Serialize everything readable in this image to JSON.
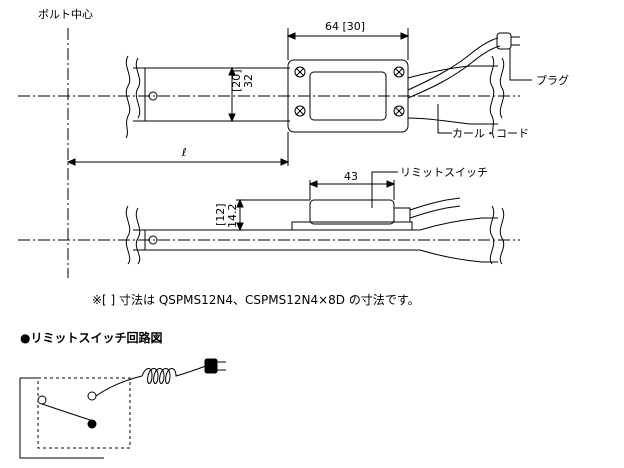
{
  "labels": {
    "bolt_center": "ボルト中心",
    "plug": "プラグ",
    "curl_cord": "カール・コード",
    "limit_switch": "リミットスイッチ",
    "dim_64": "64 [30]",
    "dim_20": "[20]",
    "dim_32": "32",
    "dim_l": "ℓ",
    "dim_43": "43",
    "dim_12": "[12]",
    "dim_142": "14.2"
  },
  "note": "※[  ] 寸法は QSPMS12N4、CSPMS12N4×8D の寸法です。",
  "circuit_title": "●リミットスイッチ回路図"
}
